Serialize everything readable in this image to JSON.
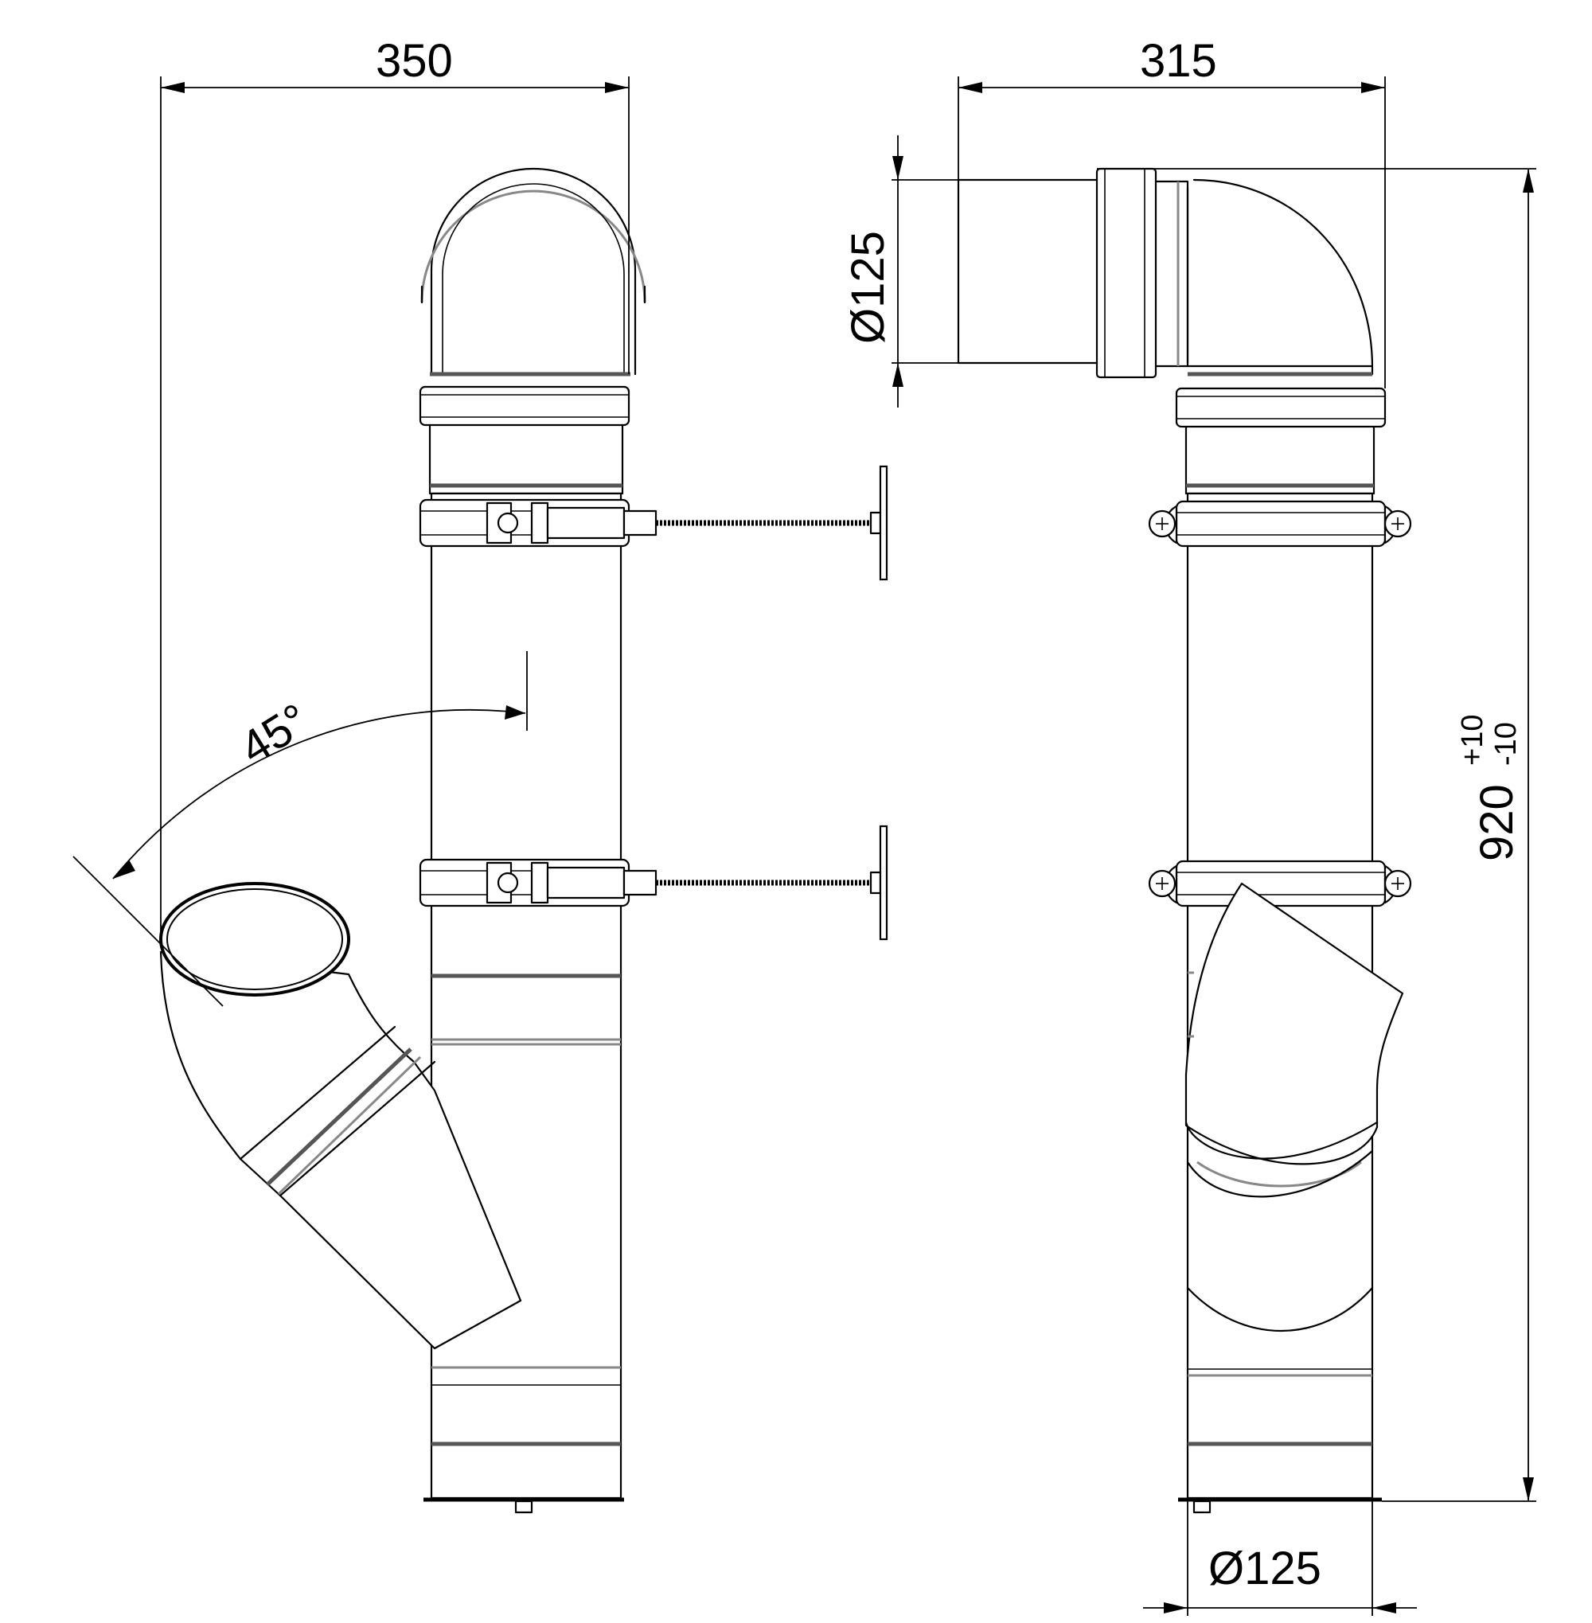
{
  "dimensions": {
    "width_left": "350",
    "width_right": "315",
    "diameter_side": "Ø125",
    "diameter_bottom": "Ø125",
    "angle": "45°",
    "height": "920",
    "height_tol_plus": "+10",
    "height_tol_minus": "-10"
  },
  "colors": {
    "line": "#000000",
    "bead": "#555555",
    "background": "#ffffff"
  }
}
